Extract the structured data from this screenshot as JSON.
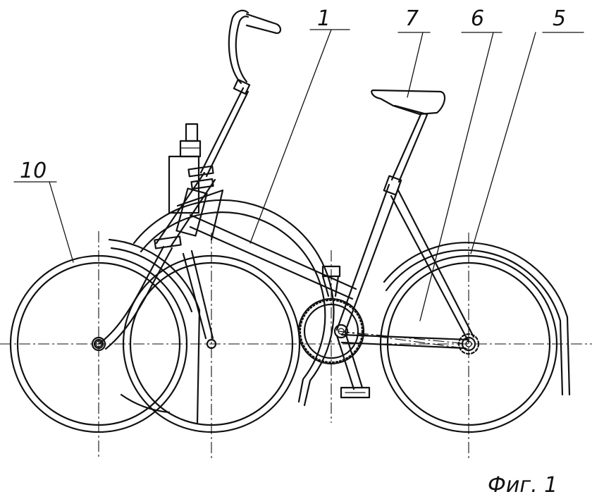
{
  "callouts": [
    {
      "id": "1",
      "text": "1"
    },
    {
      "id": "5",
      "text": "5"
    },
    {
      "id": "6",
      "text": "6"
    },
    {
      "id": "7",
      "text": "7"
    },
    {
      "id": "10",
      "text": "10"
    }
  ],
  "caption": "Фиг. 1"
}
